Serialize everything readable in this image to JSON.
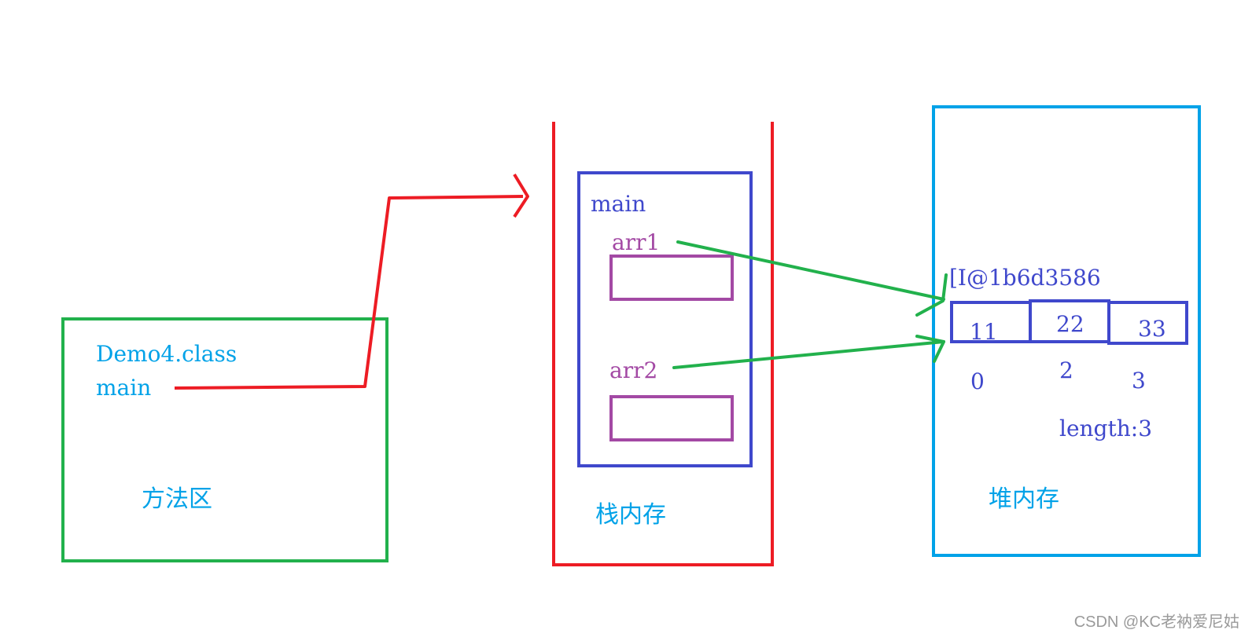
{
  "colors": {
    "method_area": "#22b14c",
    "stack": "#ed1c24",
    "frame": "#3f48cc",
    "var": "#a349a4",
    "heap": "#00a2e8",
    "label_blue": "#00a2e8",
    "arrow": "#22b14c"
  },
  "method_area": {
    "class_name": "Demo4.class",
    "method": "main",
    "title": "方法区"
  },
  "stack": {
    "frame_name": "main",
    "var1": "arr1",
    "var2": "arr2",
    "title": "栈内存"
  },
  "heap": {
    "address": "[I@1b6d3586",
    "cells": [
      "11",
      "22",
      "33"
    ],
    "indices": [
      "0",
      "2",
      "3"
    ],
    "length_label": "length:3",
    "title": "堆内存"
  },
  "watermark": "CSDN @KC老衲爱尼姑"
}
